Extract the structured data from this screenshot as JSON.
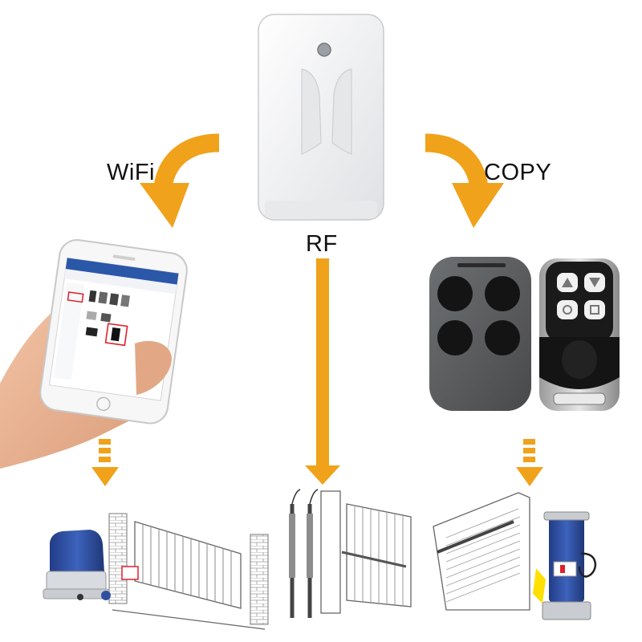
{
  "labels": {
    "wifi": "WiFi",
    "rf": "RF",
    "copy": "COPY"
  },
  "colors": {
    "arrow": "#f0a21b",
    "device_body": "#f2f3f4",
    "remote_gray": "#5b5d5f",
    "remote_black": "#141414",
    "screen_blue": "#2b57a8",
    "motor_blue": "#2f4fa2",
    "highlight_red": "#e0202a",
    "skin": "#e9b493"
  },
  "icons": [
    "curved-arrow-icon",
    "down-arrow-icon",
    "dashed-down-arrow-icon",
    "wifi-gateway-device",
    "smartphone",
    "hand",
    "four-button-remote",
    "metal-keyfob-remote",
    "sliding-gate",
    "gate-opener-motor",
    "swing-gate",
    "linear-actuator",
    "roller-shutter",
    "shutter-motor"
  ]
}
